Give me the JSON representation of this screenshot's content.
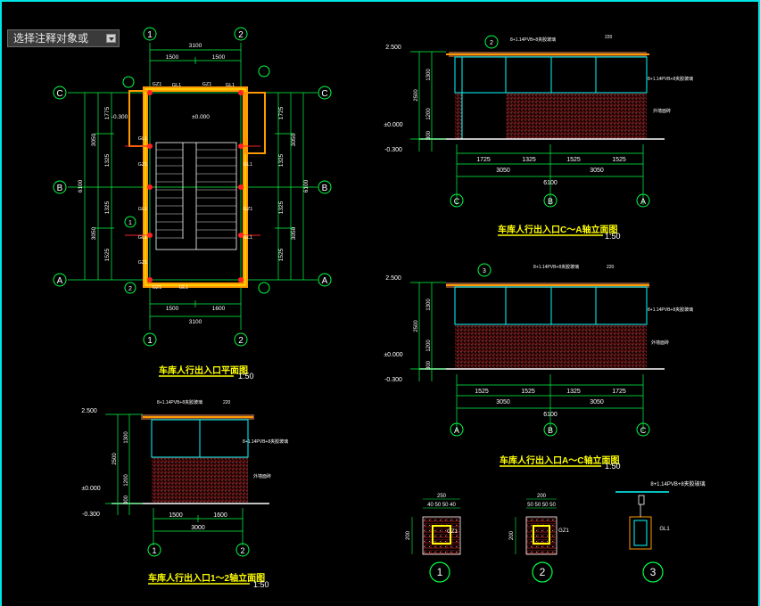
{
  "command_prompt": {
    "label": "选择注释对象或"
  },
  "colors": {
    "frame": "#00e5e5",
    "axis": "#00ff44",
    "dim": "#00ff44",
    "wall": "#ff9900",
    "hatch": "#cc2222",
    "title": "#ffff00",
    "text": "#ffffff",
    "cyan": "#00ffff"
  },
  "plan": {
    "title": "车库人行出入口平面图",
    "scale": "1:50",
    "axis_top_1": "1",
    "axis_top_2": "2",
    "axis_bottom_1": "1",
    "axis_bottom_2": "2",
    "axis_left_c": "C",
    "axis_left_b": "B",
    "axis_left_a": "A",
    "axis_right_c": "C",
    "axis_right_b": "B",
    "axis_right_a": "A",
    "dim_top_total": "3100",
    "dim_top_1": "1500",
    "dim_top_2": "1500",
    "dim_bottom_1": "1500",
    "dim_bottom_2": "1600",
    "dim_bottom_total": "3100",
    "dim_left_1": "1775",
    "dim_left_2": "1325",
    "dim_left_3": "1325",
    "dim_left_4": "1525",
    "dim_left_total1": "3050",
    "dim_left_total2": "3050",
    "dim_left_total": "6100",
    "dim_right_1": "1725",
    "dim_right_2": "1325",
    "dim_right_3": "1325",
    "dim_right_4": "1525",
    "dim_right_total1": "3050",
    "dim_right_total2": "3050",
    "dim_right_total": "6100",
    "level_out": "-0.300",
    "level_in": "±0.000",
    "tags": [
      "GZ1",
      "GL1",
      "GZ1",
      "GL1",
      "GZ1",
      "GL1",
      "GL1",
      "GL1",
      "GZ1",
      "GL1",
      "GZ1",
      "GL1",
      "GZ1",
      "GL1"
    ],
    "detail_1": "1",
    "detail_2": "2"
  },
  "elev_ca": {
    "title": "车库人行出入口C～A轴立面图",
    "scale": "1:50",
    "level_top": "2.500",
    "level_zero": "±0.000",
    "level_bottom": "-0.300",
    "dim_v1": "1300",
    "dim_v2": "1200",
    "dim_v3": "300",
    "dim_v_total": "2500",
    "dim_1": "1725",
    "dim_2": "1325",
    "dim_3": "1525",
    "dim_4": "1525",
    "dim_t1": "3050",
    "dim_t2": "3050",
    "dim_total": "6100",
    "axis_c": "C",
    "axis_b": "B",
    "axis_a": "A",
    "note_glass": "8+1.14PVB+8夹胶玻璃",
    "note_220": "220",
    "note_wall": "外墙面砖",
    "detail": "2"
  },
  "elev_ac": {
    "title": "车库人行出入口A～C轴立面图",
    "scale": "1:50",
    "level_top": "2.500",
    "level_zero": "±0.000",
    "level_bottom": "-0.300",
    "dim_v1": "1300",
    "dim_v2": "1200",
    "dim_v3": "300",
    "dim_v_total": "2500",
    "dim_1": "1525",
    "dim_2": "1525",
    "dim_3": "1325",
    "dim_4": "1725",
    "dim_t1": "3050",
    "dim_t2": "3050",
    "dim_total": "6100",
    "axis_a": "A",
    "axis_b": "B",
    "axis_c": "C",
    "note_glass": "8+1.14PVB+8夹胶玻璃",
    "note_220": "220",
    "note_wall": "外墙面砖",
    "detail": "3"
  },
  "elev_12": {
    "title": "车库人行出入口1～2轴立面图",
    "scale": "1:50",
    "level_top": "2.500",
    "level_zero": "±0.000",
    "level_bottom": "-0.300",
    "dim_v1": "1300",
    "dim_v2": "1200",
    "dim_v3": "300",
    "dim_v_total": "2500",
    "dim_1": "1500",
    "dim_2": "1600",
    "dim_total": "3000",
    "axis_1": "1",
    "axis_2": "2",
    "note_glass": "8+1.14PVB+8夹胶玻璃",
    "note_220": "220",
    "note_wall": "外墙面砖"
  },
  "details": {
    "d1": {
      "label": "1",
      "width": "250",
      "subdims": "40 50 50 40",
      "height": "200",
      "tag": "GZ1"
    },
    "d2": {
      "label": "2",
      "width": "200",
      "subdims": "50 50 50 50",
      "height": "200",
      "tag": "GZ1"
    },
    "d3": {
      "label": "3",
      "tag": "GL1",
      "note": "8+1.14PVB+8夹胶玻璃"
    }
  }
}
